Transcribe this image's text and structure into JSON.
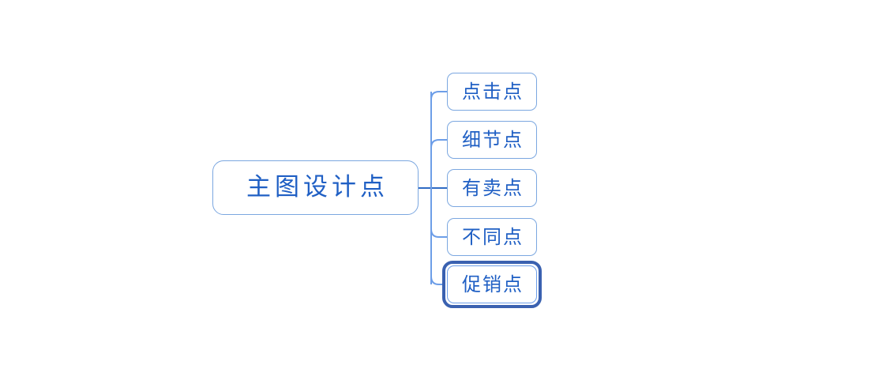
{
  "diagram": {
    "type": "mind-map",
    "background_color": "#FFFFFF",
    "accent_color": "#1F5FC4",
    "node_border_color": "#7BA7E0",
    "connector_color": "#6D9EE8",
    "selection_color": "#3A61B0",
    "root": {
      "label": "主图设计点"
    },
    "children": [
      {
        "label": "点击点",
        "selected": false
      },
      {
        "label": "细节点",
        "selected": false
      },
      {
        "label": "有卖点",
        "selected": false
      },
      {
        "label": "不同点",
        "selected": false
      },
      {
        "label": "促销点",
        "selected": true
      }
    ]
  }
}
